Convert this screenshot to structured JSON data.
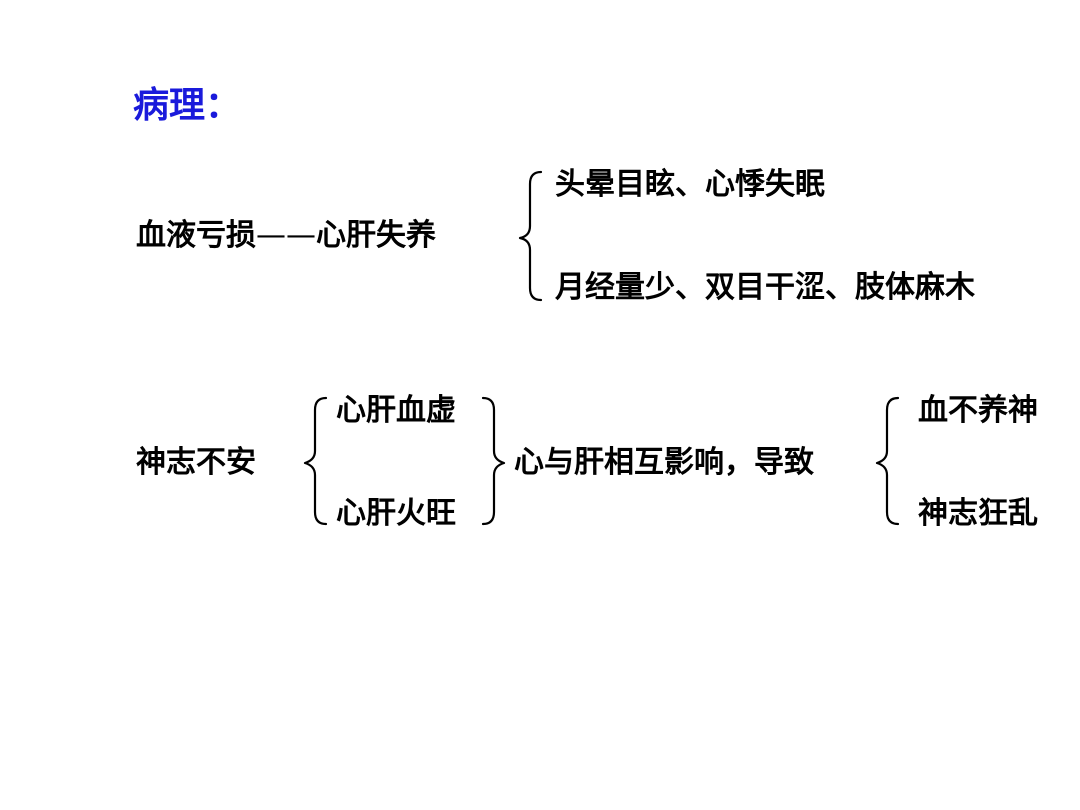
{
  "title": "病理：",
  "section1": {
    "cause": "血液亏损",
    "link": "——",
    "effect": "心肝失养",
    "results": [
      "头晕目眩、心悸失眠",
      "月经量少、双目干涩、肢体麻木"
    ]
  },
  "section2": {
    "cause": "神志不安",
    "factors": [
      "心肝血虚",
      "心肝火旺"
    ],
    "middle": "心与肝相互影响，导致",
    "results": [
      "血不养神",
      "神志狂乱"
    ]
  }
}
